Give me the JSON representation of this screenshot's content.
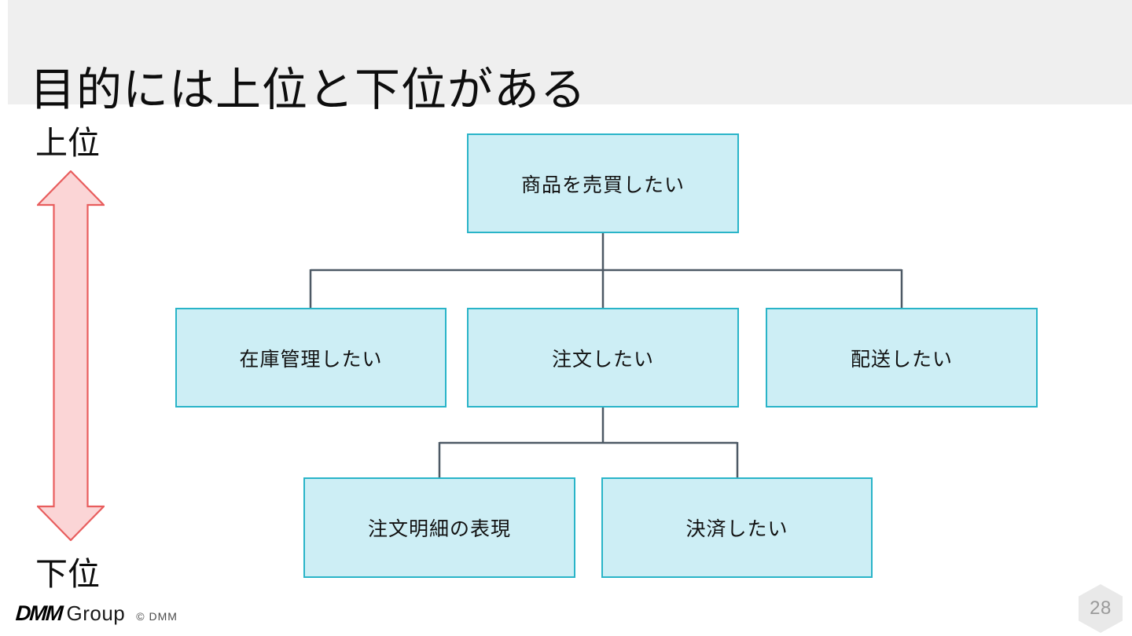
{
  "slide": {
    "title": "目的には上位と下位がある",
    "page_number": "28"
  },
  "axis": {
    "upper_label": "上位",
    "lower_label": "下位",
    "arrow_fill": "#fbd5d6",
    "arrow_border": "#e85d5d"
  },
  "diagram": {
    "root": {
      "label": "商品を売買したい"
    },
    "level2": [
      {
        "label": "在庫管理したい"
      },
      {
        "label": "注文したい"
      },
      {
        "label": "配送したい"
      }
    ],
    "level3": [
      {
        "label": "注文明細の表現"
      },
      {
        "label": "決済したい"
      }
    ],
    "box_fill": "#cdeef5",
    "box_border": "#29b4c8",
    "connector_color": "#4d5965"
  },
  "footer": {
    "logo_dmm": "DMM",
    "logo_group": "Group",
    "copyright": "© DMM"
  },
  "theme": {
    "header_bg": "#efefef",
    "background": "#ffffff",
    "title_color": "#0d0d0d"
  }
}
